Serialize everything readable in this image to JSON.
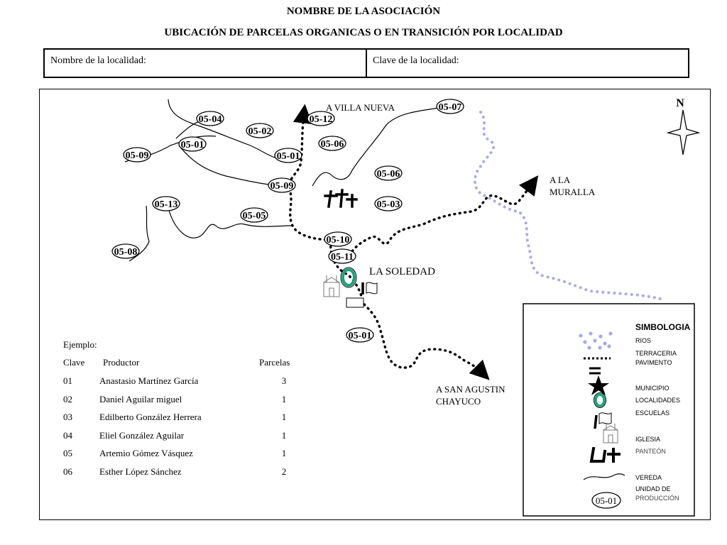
{
  "header": {
    "association": "NOMBRE DE LA ASOCIACIÓN",
    "subtitle": "UBICACIÓN DE PARCELAS ORGANICAS O EN TRANSICIÓN POR LOCALIDAD",
    "locality_name_label": "Nombre de la localidad:",
    "locality_key_label": "Clave de la localidad:"
  },
  "map": {
    "north": "N",
    "places": {
      "villa_nueva": "A VILLA NUEVA",
      "muralla_1": "A LA",
      "muralla_2": "MURALLA",
      "soledad": "LA SOLEDAD",
      "san_agustin_1": "A  SAN AGUSTIN",
      "san_agustin_2": "CHAYUCO"
    },
    "parcels": {
      "p0504": "05-04",
      "p0502": "05-02",
      "p0501a": "05-01",
      "p0509a": "05-09",
      "p0512": "05-12",
      "p0506a": "05-06",
      "p0501b": "05-01",
      "p0507": "05-07",
      "p0506b": "05-06",
      "p0509b": "05-09",
      "p0503": "05-03",
      "p0513": "05-13",
      "p0505": "05-05",
      "p0508": "05-08",
      "p0510": "05-10",
      "p0511": "05-11",
      "p0501c": "05-01"
    }
  },
  "example": {
    "heading": "Ejemplo:",
    "columns": [
      "Clave",
      "Productor",
      "Parcelas"
    ],
    "rows": [
      [
        "01",
        "Anastasio Martínez García",
        "3"
      ],
      [
        "02",
        "Daniel Aguilar miguel",
        "1"
      ],
      [
        "03",
        "Edilberto González Herrera",
        "1"
      ],
      [
        "04",
        "Eliel González Aguilar",
        "1"
      ],
      [
        "05",
        "Artemio Gómez Vásquez",
        "1"
      ],
      [
        "06",
        "Esther López Sánchez",
        "2"
      ]
    ]
  },
  "legend": {
    "title": "SIMBOLOGIA",
    "rios": "RIOS",
    "terraceria": "TERRACERIA",
    "pavimento": "PAVIMENTO",
    "municipio": "MUNICIPIO",
    "localidades": "LOCALIDADES",
    "escuelas": "ESCUELAS",
    "iglesia": "IGLESIA",
    "panteon": "PANTEÓN",
    "vereda": "VEREDA",
    "unidad_1": "UNIDAD DE",
    "unidad_2": "PRODUCCIÓN",
    "unidad_sample": "05-01"
  },
  "colors": {
    "river": "#a8aae6",
    "locality_ring": "#1aa37a"
  }
}
